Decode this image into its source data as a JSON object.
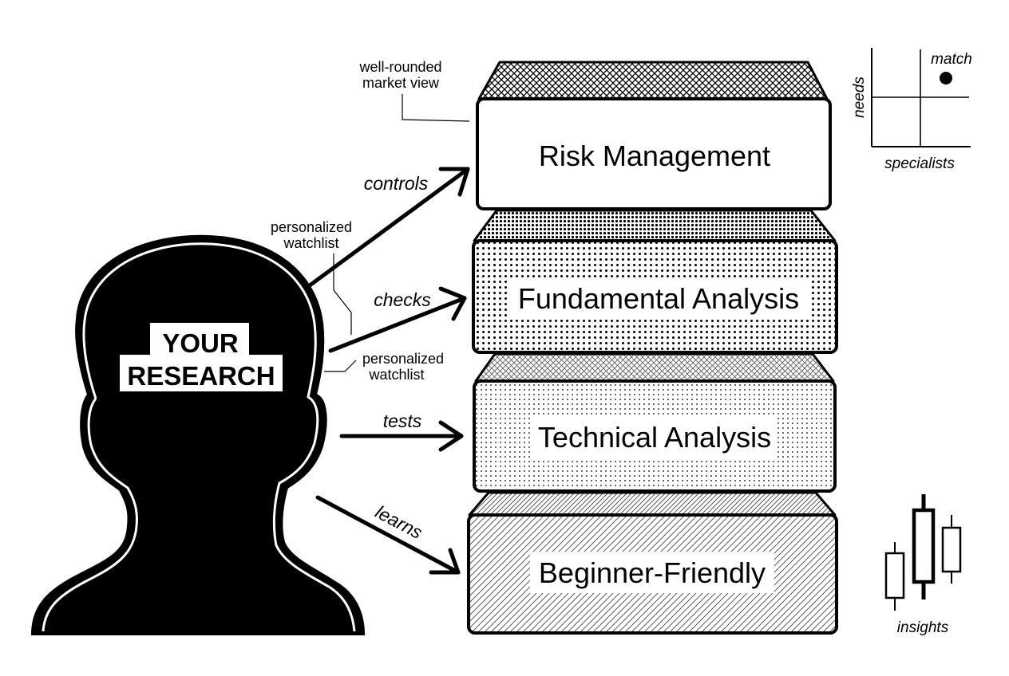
{
  "head": {
    "line1": "YOUR",
    "line2": "RESEARCH"
  },
  "layers": [
    {
      "label": "Risk Management"
    },
    {
      "label": "Fundamental Analysis"
    },
    {
      "label": "Technical Analysis"
    },
    {
      "label": "Beginner-Friendly"
    }
  ],
  "arrows": [
    {
      "label": "controls"
    },
    {
      "label": "checks"
    },
    {
      "label": "tests"
    },
    {
      "label": "learns"
    }
  ],
  "annotations": {
    "top": [
      "well-rounded",
      "market view"
    ],
    "watchlist_upper": [
      "personalized",
      "watchlist"
    ],
    "watchlist_lower": [
      "personalized",
      "watchlist"
    ]
  },
  "matrix": {
    "y_label": "needs",
    "x_label": "specialists",
    "point_label": "match"
  },
  "candles": {
    "caption": "insights"
  }
}
